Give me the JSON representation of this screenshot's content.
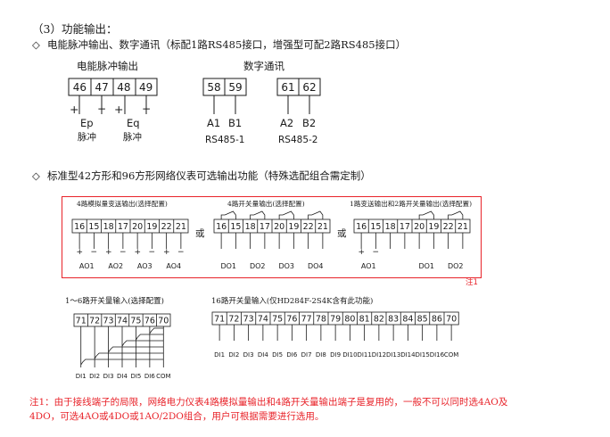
{
  "section": {
    "heading": "（3）功能输出：",
    "bullet": "◇",
    "line1": "电能脉冲输出、数字通讯（标配1路RS485接口，增强型可配2路RS485接口）",
    "line2": "标准型42方形和96方形网络仪表可选输出功能（特殊选配组合需定制）"
  },
  "pulse": {
    "title": "电能脉冲输出",
    "terminals": [
      "46",
      "47",
      "48",
      "49"
    ],
    "plus": "+",
    "minus": "−",
    "ep_label": "Ep",
    "ep_sub": "脉冲",
    "eq_label": "Eq",
    "eq_sub": "脉冲"
  },
  "comm": {
    "title": "数字通讯",
    "port1_terminals": [
      "58",
      "59"
    ],
    "port1_labels": [
      "A1",
      "B1"
    ],
    "port1_name": "RS485-1",
    "port2_terminals": [
      "61",
      "62"
    ],
    "port2_labels": [
      "A2",
      "B2"
    ],
    "port2_name": "RS485-2"
  },
  "options": {
    "analog_title": "4路模拟量变送输出(选择配置)",
    "analog_terminals": [
      "16",
      "15",
      "18",
      "17",
      "20",
      "19",
      "22",
      "21"
    ],
    "analog_labels": [
      "AO1",
      "AO2",
      "AO3",
      "AO4"
    ],
    "or1": "或",
    "switch_title": "4路开关量输出(选择配置)",
    "switch_terminals": [
      "16",
      "15",
      "18",
      "17",
      "20",
      "19",
      "22",
      "21"
    ],
    "switch_labels": [
      "DO1",
      "DO2",
      "DO3",
      "DO4"
    ],
    "or2": "或",
    "mixed_title": "1路变送输出和2路开关量输出(选择配置)",
    "mixed_terminals": [
      "16",
      "15",
      "18",
      "17",
      "20",
      "19",
      "22",
      "21"
    ],
    "mixed_ao_label": "AO1",
    "mixed_do_labels": [
      "DO1",
      "DO2"
    ],
    "note_mark": "注1"
  },
  "inputs": {
    "six_title": "1～6路开关量输入(选择配置)",
    "six_terminals": [
      "71",
      "72",
      "73",
      "74",
      "75",
      "76",
      "70"
    ],
    "six_labels": [
      "DI1",
      "DI2",
      "DI3",
      "DI4",
      "DI5",
      "DI6",
      "COM"
    ],
    "sixteen_title": "16路开关量输入(仅HD284F-2S4K含有此功能)",
    "sixteen_terminals": [
      "71",
      "72",
      "73",
      "74",
      "75",
      "76",
      "77",
      "78",
      "79",
      "80",
      "81",
      "82",
      "83",
      "84",
      "85",
      "86",
      "70"
    ],
    "sixteen_labels": [
      "DI1",
      "DI2",
      "DI3",
      "DI4",
      "DI5",
      "DI6",
      "DI7",
      "DI8",
      "DI9",
      "DI10",
      "DI11",
      "DI12",
      "DI13",
      "DI14",
      "DI15",
      "DI16",
      "COM"
    ]
  },
  "note": {
    "line1": "注1：由于接线端子的局限，网络电力仪表4路模拟量输出和4路开关量输出端子是复用的，一般不可以同时选4AO及",
    "line2": "4DO，可选4AO或4DO或1AO/2DO组合，用户可根据需要进行选用。"
  },
  "colors": {
    "text": "#1a1a1a",
    "note_red": "#e8232a"
  }
}
